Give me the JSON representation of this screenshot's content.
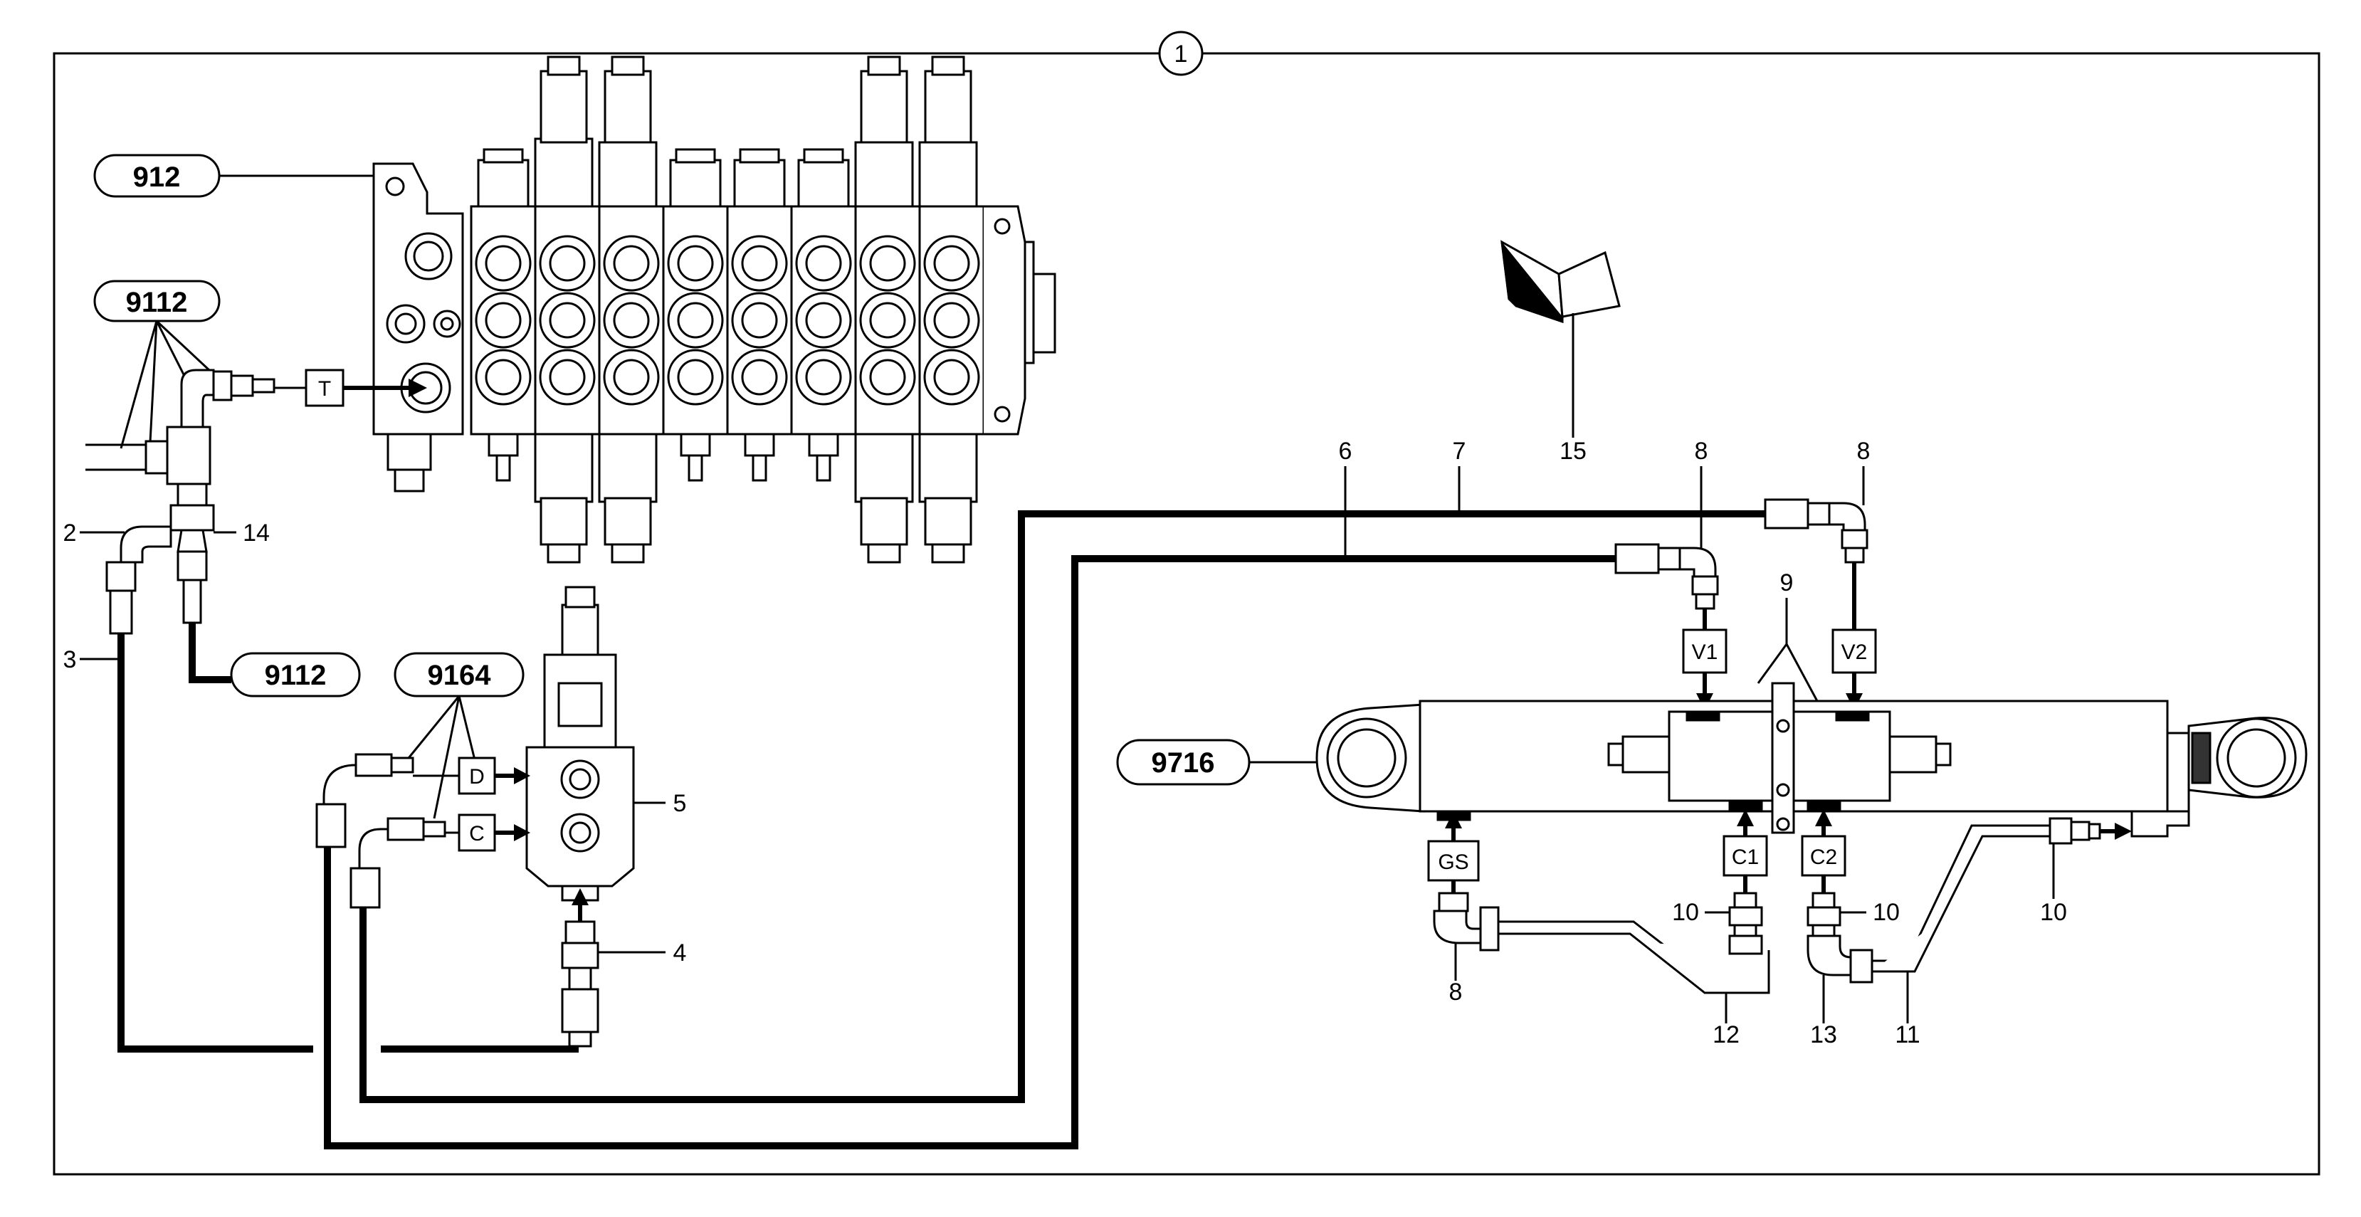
{
  "header": {
    "sheet_number": "1"
  },
  "badges": {
    "b912": "912",
    "b9112_top": "9112",
    "b9112_bottom": "9112",
    "b9164": "9164",
    "b9716": "9716"
  },
  "ports": {
    "T": "T",
    "D": "D",
    "C": "C",
    "V1": "V1",
    "V2": "V2",
    "GS": "GS",
    "C1": "C1",
    "C2": "C2"
  },
  "callouts": {
    "c2": "2",
    "c3": "3",
    "c4": "4",
    "c5": "5",
    "c6": "6",
    "c7": "7",
    "c8_v1": "8",
    "c8_v2": "8",
    "c8_gs": "8",
    "c9": "9",
    "c10_c1": "10",
    "c10_c2": "10",
    "c10_right": "10",
    "c11": "11",
    "c12": "12",
    "c13": "13",
    "c14": "14",
    "c15": "15"
  },
  "colors": {
    "line": "#000000",
    "background": "#ffffff"
  }
}
